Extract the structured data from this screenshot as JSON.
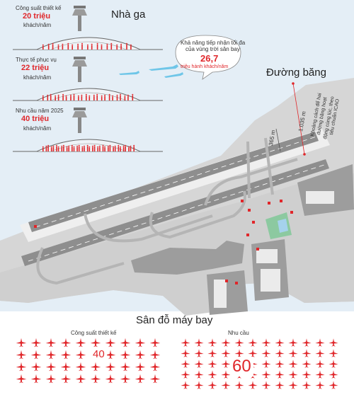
{
  "terminal": {
    "heading": "Nhà ga",
    "tiers": [
      {
        "label": "Công suất thiết kế",
        "value": "20 triệu",
        "unit": "khách/năm",
        "ratio": 0.35
      },
      {
        "label": "Thực tế phục vụ",
        "value": "22 triệu",
        "unit": "khách/năm",
        "ratio": 0.55
      },
      {
        "label": "Nhu cầu năm 2025",
        "value": "40 triệu",
        "unit": "khách/năm",
        "ratio": 1.0
      }
    ]
  },
  "airspace": {
    "line1": "Khả năng tiếp nhận tối đa",
    "line2": "của vùng trời sân bay",
    "value": "26,7",
    "unit": "triệu hành khách/năm"
  },
  "runway": {
    "heading": "Đường băng",
    "separation": "365 m",
    "required_distance": "1.035 m",
    "note_lines": [
      "Khoảng cách để hai",
      "đường băng hoạt",
      "động cùng lúc, theo",
      "tiêu chuẩn ICAO"
    ]
  },
  "apron": {
    "heading": "Sân đỗ máy bay",
    "groups": [
      {
        "label": "Công suất thiết kế",
        "value": "40"
      },
      {
        "label": "Nhu cầu",
        "value": "60"
      }
    ]
  },
  "colors": {
    "accent": "#e0262a",
    "water": "#e4eef6",
    "land": "#d9d9d9",
    "road": "#c6c6c6",
    "ink": "#333333"
  }
}
